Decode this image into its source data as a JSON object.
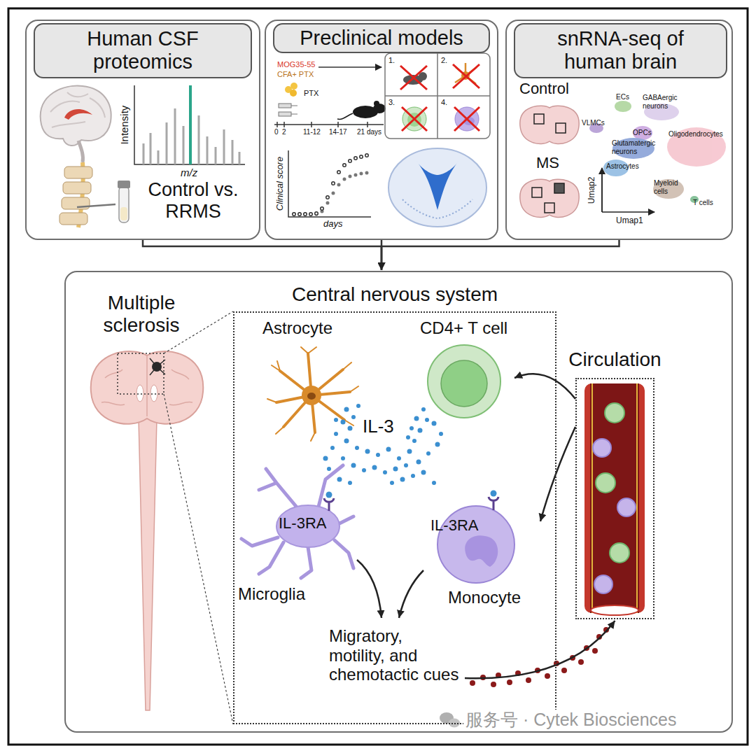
{
  "diagram": {
    "nodes": [
      {
        "text": [
          "Human CSF proteomics"
        ]
      },
      {
        "text": [
          "Preclinical models"
        ]
      },
      {
        "text": [
          "snRNA-seq of human brain"
        ]
      },
      {
        "text": [
          "Multiple sclerosis"
        ]
      },
      {
        "text": [
          "Central nervous system"
        ],
        "in": 3
      },
      {
        "text": [
          "Astrocyte"
        ],
        "in": 4
      },
      {
        "text": [
          "CD4+ T cell"
        ],
        "in": 4
      },
      {
        "text": [
          "IL-3RA",
          "Microglia"
        ],
        "in": 4
      },
      {
        "text": [
          "IL-3RA",
          "Monocyte"
        ],
        "in": 4
      },
      {
        "text": [
          "Circulation"
        ],
        "in": 3
      },
      {
        "text": [
          "Migratory, motility, and chemotactic cues"
        ],
        "in": 4
      }
    ],
    "edges": [
      {
        "from": 0,
        "to": 3,
        "arrow": "to"
      },
      {
        "from": 1,
        "to": 3,
        "arrow": "to"
      },
      {
        "from": 2,
        "to": 3,
        "arrow": "to"
      },
      {
        "from": 9,
        "to": 6,
        "arrow": "to"
      },
      {
        "from": 9,
        "to": 8,
        "arrow": "to"
      },
      {
        "from": 7,
        "to": 10,
        "arrow": "to"
      },
      {
        "from": 8,
        "to": 10,
        "arrow": "to"
      },
      {
        "from": 10,
        "to": 9,
        "arrow": "to"
      }
    ],
    "labels": [
      "Intensity",
      "m/z",
      "Control vs. RRMS",
      "MOG35-55",
      "CFA+ PTX",
      "PTX",
      "0",
      "2",
      "11-12",
      "14-17",
      "21 days",
      "1.",
      "2.",
      "3.",
      "4.",
      "Clinical score",
      "days",
      "Control",
      "MS",
      "ECs",
      "GABAergic neurons",
      "VLMCs",
      "OPCs",
      "Oligodendrocytes",
      "Glutamatergic neurons",
      "Astrocytes",
      "Myeloid cells",
      "T cells",
      "Umap2",
      "Umap1",
      "IL-3",
      "服务号 · Cytek Biosciences"
    ]
  }
}
